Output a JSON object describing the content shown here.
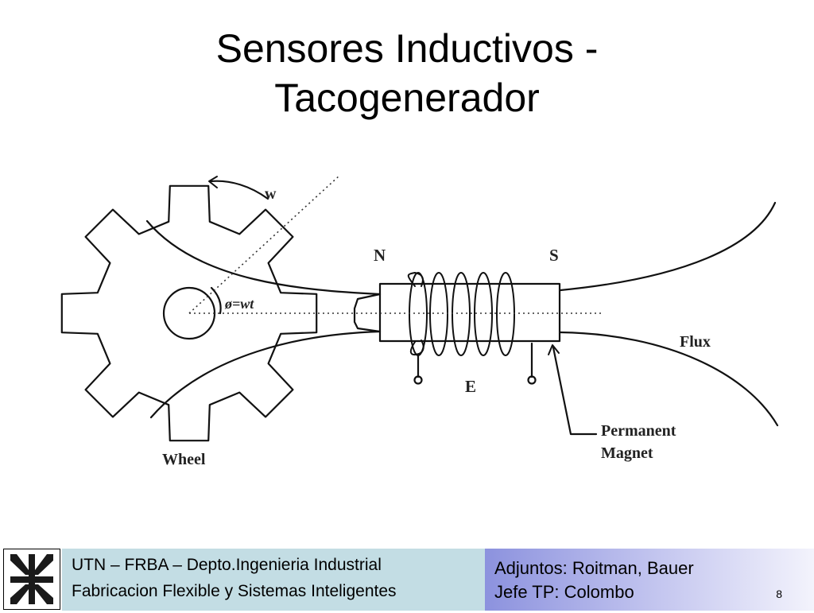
{
  "slide": {
    "title_line1": "Sensores Inductivos -",
    "title_line2": "Tacogenerador"
  },
  "diagram": {
    "labels": {
      "w": "w",
      "angle": "ø=wt",
      "n": "N",
      "s": "S",
      "flux": "Flux",
      "e": "E",
      "wheel": "Wheel",
      "permanent": "Permanent",
      "magnet": "Magnet"
    }
  },
  "footer": {
    "left_line1": "UTN – FRBA – Depto.Ingenieria Industrial",
    "left_line2": "Fabricacion Flexible y Sistemas Inteligentes",
    "right_line1": "Adjuntos: Roitman, Bauer",
    "right_line2": "Jefe TP: Colombo",
    "page_number": "8"
  },
  "colors": {
    "footer_left_bg": "#c3dde4",
    "footer_right_gradient_start": "#8c92de",
    "line": "#111111"
  }
}
